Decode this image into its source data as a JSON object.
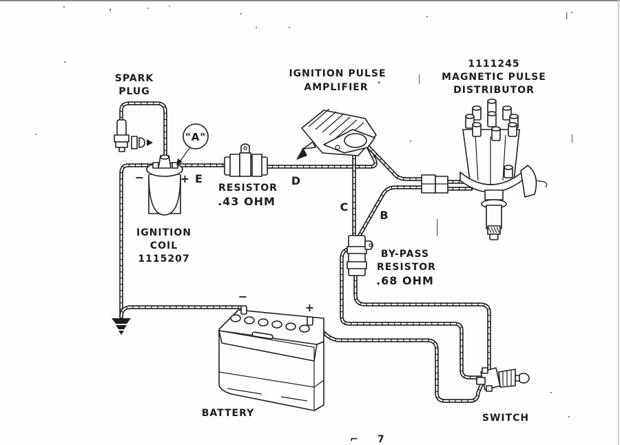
{
  "diagram": {
    "title": "Magnetic pulse ignition wiring diagram",
    "components": {
      "spark_plug": {
        "label_line1": "SPARK",
        "label_line2": "PLUG"
      },
      "ignition_pulse_amplifier": {
        "label_line1": "IGNITION PULSE",
        "label_line2": "AMPLIFIER",
        "mark": "°"
      },
      "distributor": {
        "part_number": "1111245",
        "label_line1": "MAGNETIC PULSE",
        "label_line2": "DISTRIBUTOR"
      },
      "callout": {
        "text": "\"A\""
      },
      "ignition_coil": {
        "label_line1": "IGNITION",
        "label_line2": "COIL",
        "part_number": "1115207",
        "negative_mark": "−",
        "positive_mark": "+"
      },
      "resistor": {
        "label_line1": "RESISTOR",
        "label_line2": ".43 OHM"
      },
      "bypass_resistor": {
        "label_line1": "BY-PASS",
        "label_line2": "RESISTOR",
        "label_line3": ".68 OHM"
      },
      "battery": {
        "label": "BATTERY",
        "negative_mark": "−",
        "positive_mark": "+"
      },
      "switch": {
        "label": "SWITCH"
      },
      "ground": {
        "icon": "ground-icon"
      }
    },
    "wire_letters": {
      "E": "E",
      "D": "D",
      "C": "C",
      "B": "B"
    },
    "page_marks": {
      "corner_left": "⌐",
      "corner_right": "7"
    }
  }
}
